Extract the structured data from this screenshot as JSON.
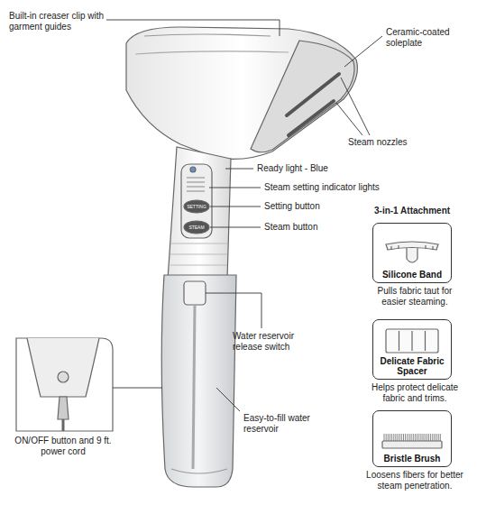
{
  "diagram": {
    "nodes": [
      {
        "text": [
          "Silicone Band",
          "Pulls fabric taut for easier steaming."
        ]
      },
      {
        "text": [
          "Delicate Fabric Spacer",
          "Helps protect delicate fabric and trims."
        ]
      },
      {
        "text": [
          "Bristle Brush",
          "Loosens fibers for better steam penetration."
        ]
      }
    ],
    "labels": [
      "Built-in creaser clip with garment guides",
      "Ceramic-coated soleplate",
      "Steam nozzles",
      "Ready light - Blue",
      "Steam setting indicator lights",
      "Setting button",
      "SETTING",
      "Steam button",
      "STEAM",
      "3-in-1 Attachment",
      "Water reservoir release switch",
      "Easy-to-fill water reservoir",
      "ON/OFF button and 9 ft. power cord"
    ]
  }
}
